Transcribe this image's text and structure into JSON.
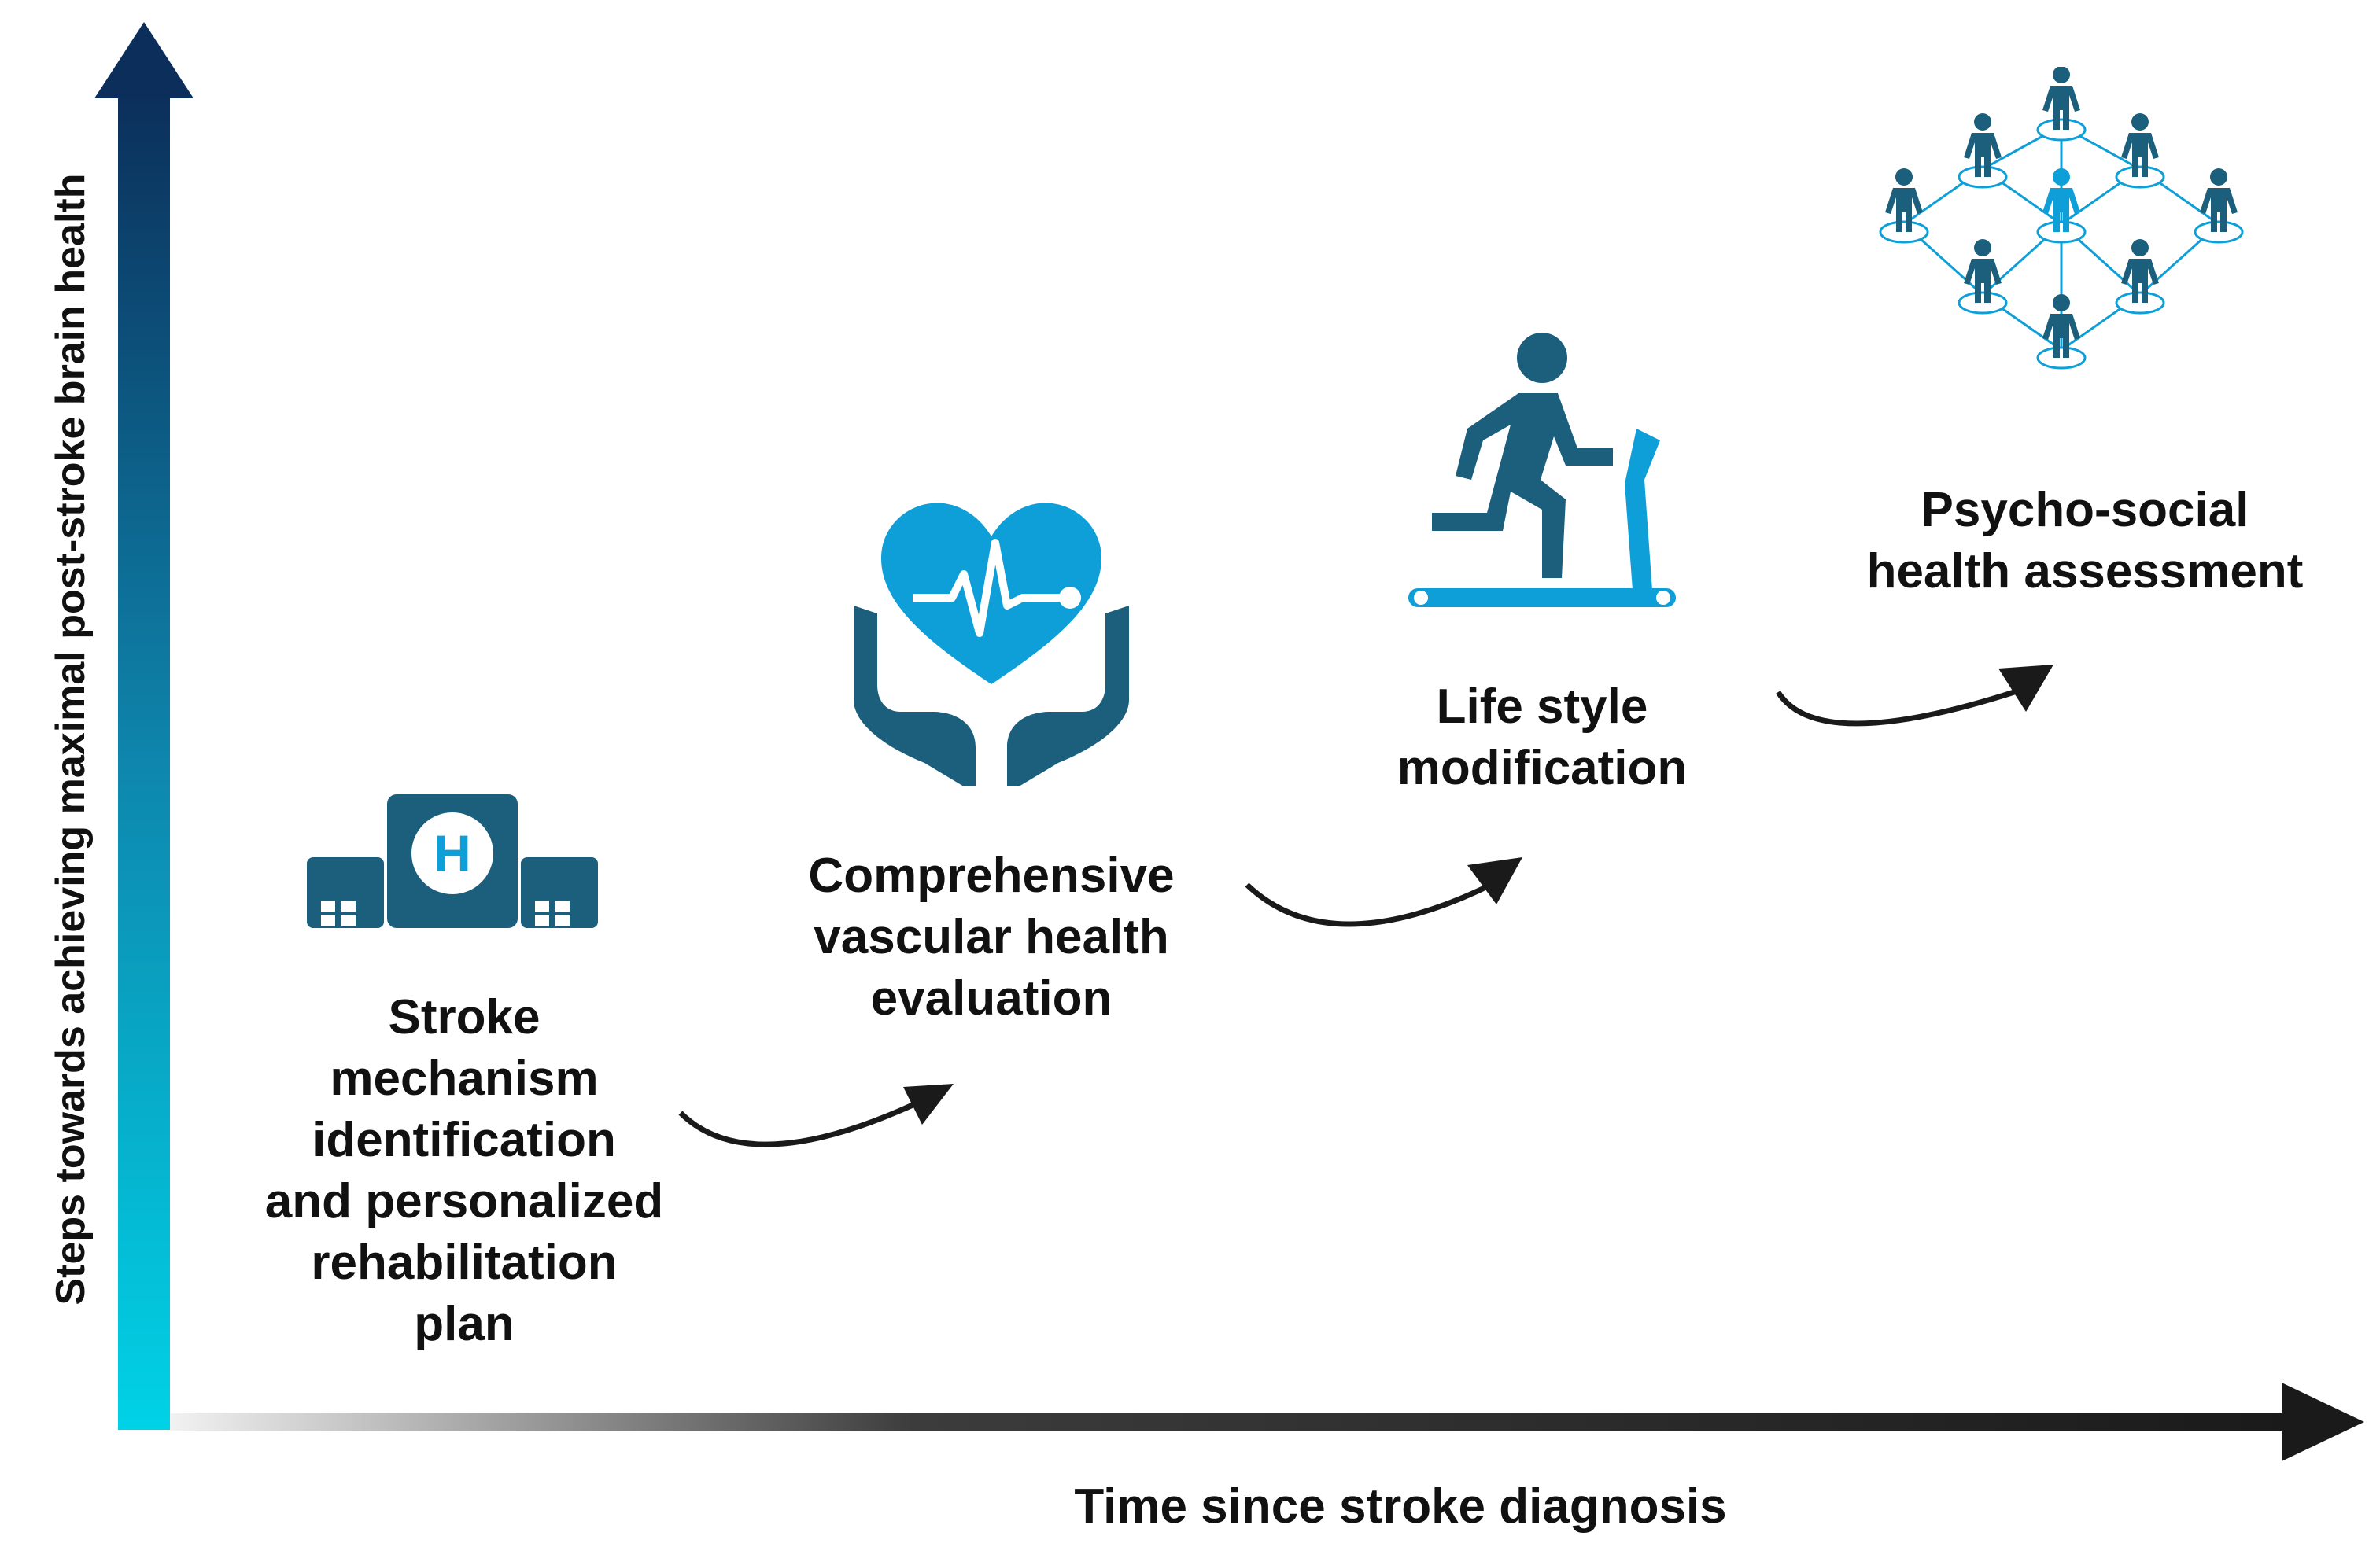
{
  "axes": {
    "y_label": "Steps towards achieving maximal post-stroke brain health",
    "x_label": "Time since stroke diagnosis"
  },
  "colors": {
    "dark_teal": "#1c5f7c",
    "light_blue": "#0e9fd8",
    "navy": "#0b2f5a",
    "cyan": "#00d2e6",
    "arrow": "#1a1a1a"
  },
  "steps": [
    {
      "label": "Stroke\nmechanism\nidentification\nand personalized\nrehabilitation\nplan",
      "icon": "hospital-icon",
      "hospital_letter": "H"
    },
    {
      "label": "Comprehensive\nvascular health\nevaluation",
      "icon": "heart-in-hands-icon"
    },
    {
      "label": "Life style\nmodification",
      "icon": "treadmill-runner-icon"
    },
    {
      "label": "Psycho-social\nhealth assessment",
      "icon": "social-network-icon"
    }
  ]
}
